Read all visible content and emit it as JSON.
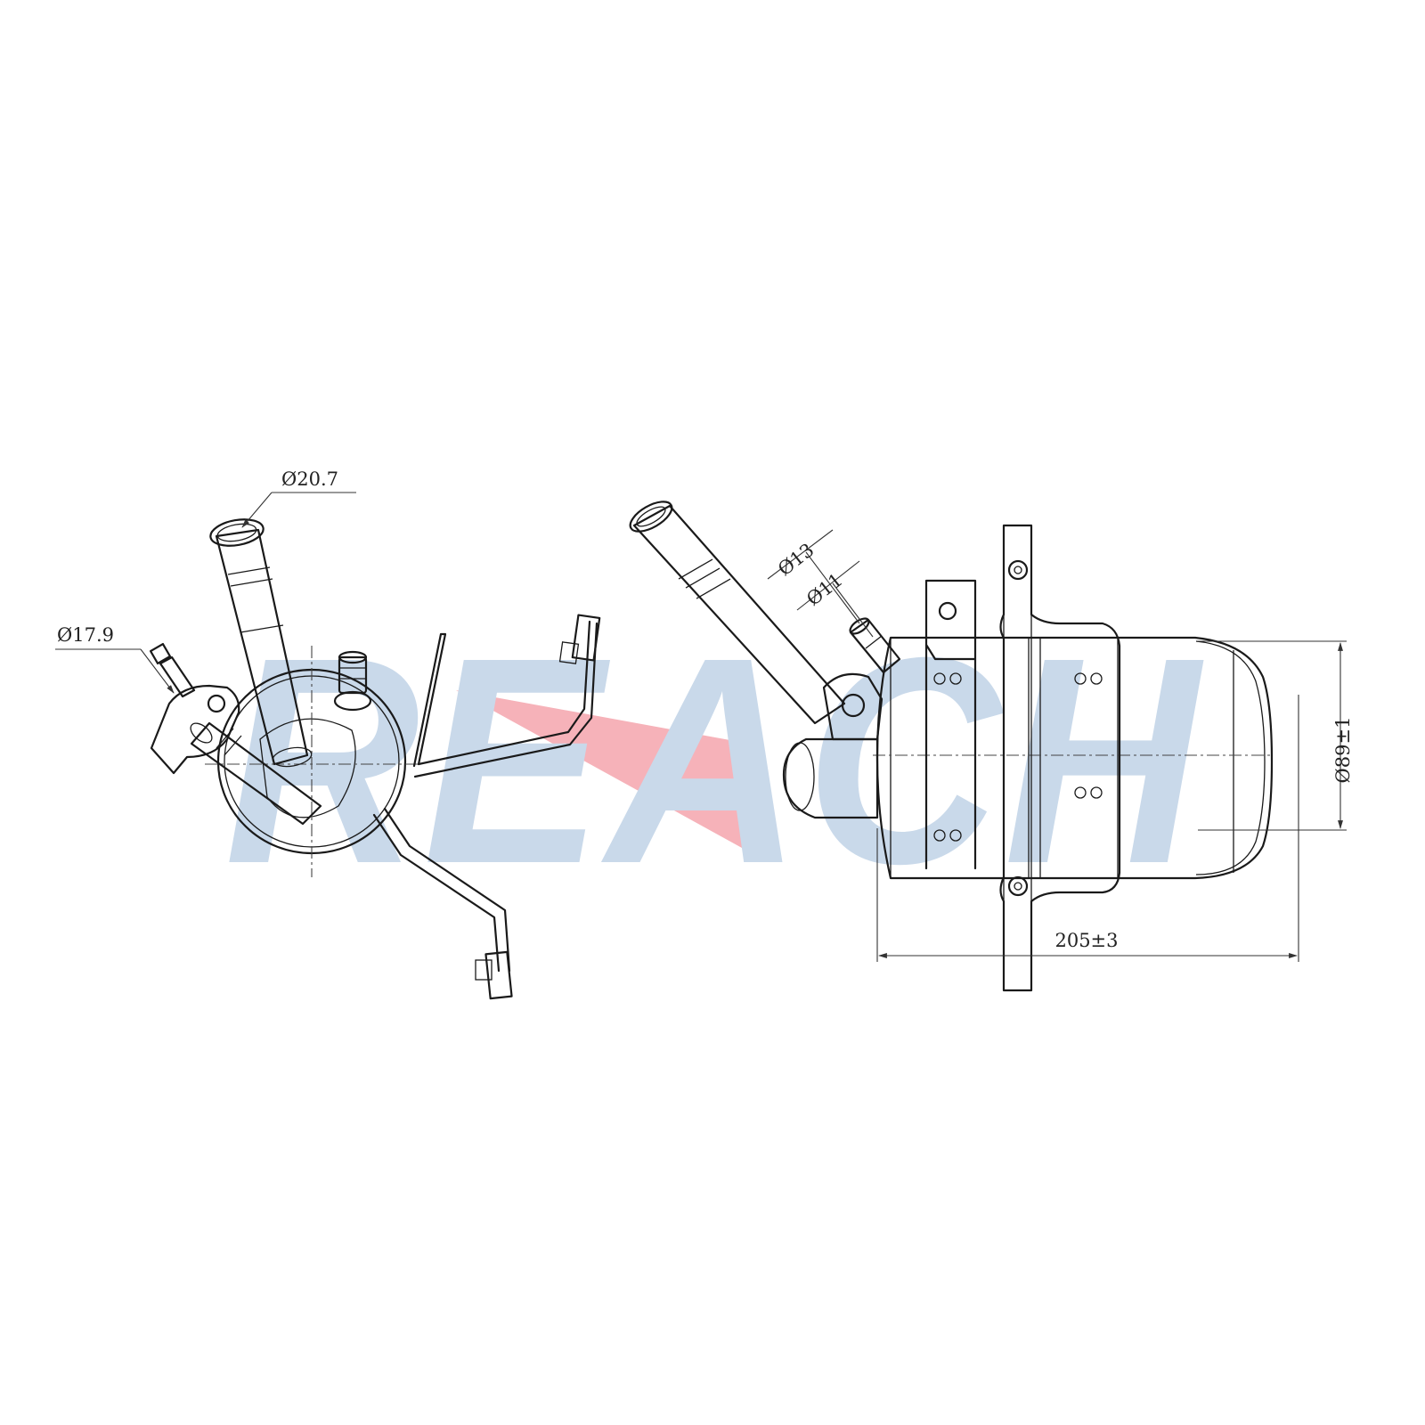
{
  "watermark": {
    "text": "REACH",
    "color": "#c9d9ea",
    "accent_color": "#f6b2b9"
  },
  "dimensions": {
    "outlet_diameter": "Ø20.7",
    "inlet_diameter": "Ø17.9",
    "port_diameter_large": "Ø13",
    "port_diameter_small": "Ø11",
    "body_diameter": "Ø89±1",
    "body_length": "205±3"
  },
  "colors": {
    "line": "#1a1a1a",
    "background": "#ffffff"
  }
}
